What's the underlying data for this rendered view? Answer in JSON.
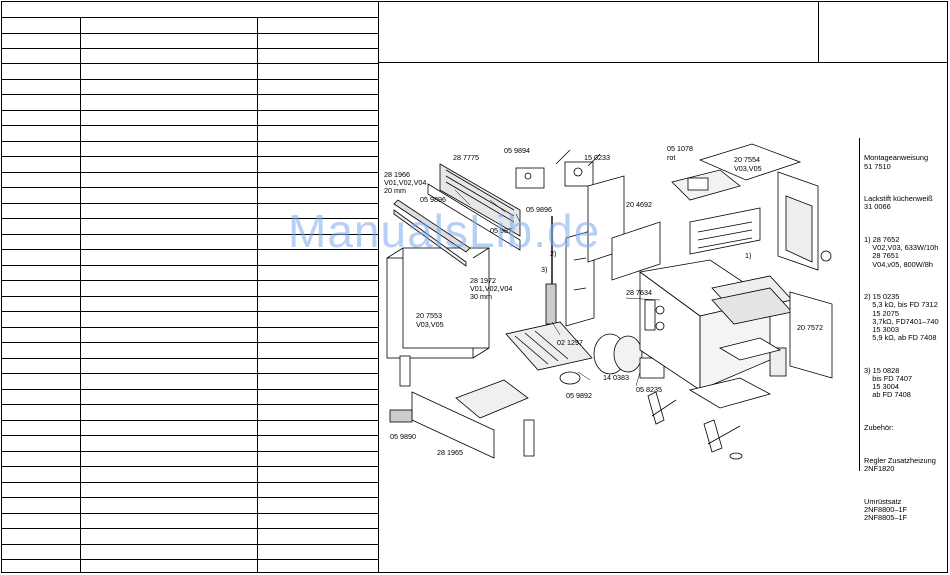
{
  "watermark": "ManualsLib.de",
  "notes": {
    "assembly_title": "Montageanweisung",
    "assembly_no": "51 7510",
    "paint_title": "Lackstift küchenweiß",
    "paint_no": "31 0066",
    "note1": [
      "1) 28 7652",
      "V02,V03, 633W/10h",
      "28 7651",
      "V04,v05, 800W/8h"
    ],
    "note2": [
      "2) 15 0235",
      "5,3 kΩ, bis FD 7312",
      "15 2075",
      "3,7kΩ, FD7401–740",
      "15 3003",
      "5,9 kΩ, ab FD 7408"
    ],
    "note3": [
      "3) 15 0828",
      "bis FD 7407",
      "15 3004",
      "ab FD 7408"
    ],
    "accessories_title": "Zubehör:",
    "acc1_title": "Regler Zusatzheizung",
    "acc1_no": "2NF1820",
    "acc2_title": "Umrüstsatz",
    "acc2_no": "2NF8800–1F",
    "acc2_no_b": "2NF8805–1F"
  },
  "labels": {
    "p287775": "28 7775",
    "p059894": "05 9894",
    "p150233": "15 0233",
    "p051078": "05 1078",
    "rot": "rot",
    "p207554": "20 7554",
    "v0305a": "V03,V05",
    "p281966": "28 1966",
    "v010204a": "V01,V02,V04",
    "mm20": "20 mm",
    "p059896a": "05 9896",
    "p059896b": "05 9896",
    "p059897": "05 987",
    "p204692": "20 4692",
    "n1": "1)",
    "n2": "2)",
    "n3": "3)",
    "p281972": "28 1972",
    "v010204b": "V01,V02,V04",
    "mm30": "30 mm",
    "p287634": "28 7634",
    "p207553": "20 7553",
    "v0305b": "V03,V05",
    "p021297": "02 1297",
    "p207572": "20 7572",
    "p140383": "14 0383",
    "p058235": "05 8235",
    "p059892": "05 9892",
    "p059890": "05 9890",
    "p281965": "28 1965"
  }
}
